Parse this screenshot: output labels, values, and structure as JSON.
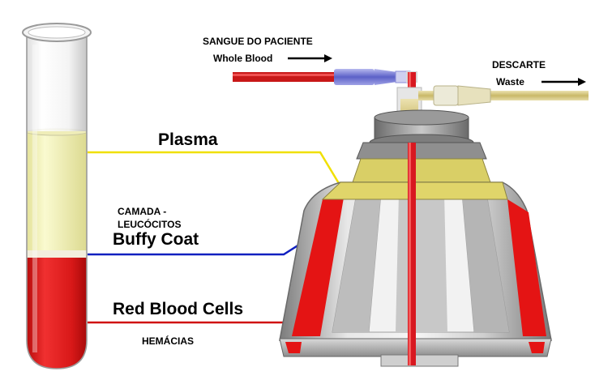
{
  "labels": {
    "patient_blood_pt": "SANGUE DO PACIENTE",
    "whole_blood": "Whole Blood",
    "waste_pt": "DESCARTE",
    "waste": "Waste",
    "plasma": "Plasma",
    "buffy_coat_pt_line1": "CAMADA -",
    "buffy_coat_pt_line2": "LEUCÓCITOS",
    "buffy_coat": "Buffy Coat",
    "red_blood_cells": "Red Blood Cells",
    "red_blood_cells_pt": "HEMÁCIAS"
  },
  "colors": {
    "plasma": "#f2f0b0",
    "plasma_leader": "#f0e000",
    "buffy_leader": "#1020c0",
    "red_leader": "#d01010",
    "red_cells": "#d81818",
    "tubing_red": "#d81820",
    "tubing_waste": "#d8cc90",
    "bowl_gray": "#a8a8a8"
  }
}
